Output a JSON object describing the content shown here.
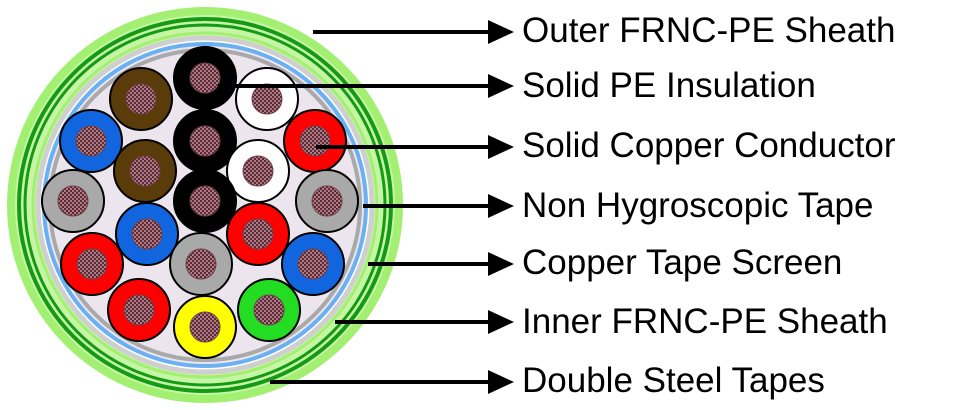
{
  "colors": {
    "sheath_outer": "#a3ef72",
    "sheath_inner": "#c6f5a5",
    "steel_tape": "#159a15",
    "screen_copper": "#cfcfcf",
    "tape_blue": "#6ab0f2",
    "filler": "#ece5ee",
    "conductor": "#ad7a85",
    "outline": "#000000",
    "arrow": "#000000"
  },
  "cores": [
    {
      "color": "#000000"
    },
    {
      "color": "#5a3b0a"
    },
    {
      "color": "#ffffff"
    },
    {
      "color": "#1166e0"
    },
    {
      "color": "#000000"
    },
    {
      "color": "#ff0000"
    },
    {
      "color": "#5a3b0a"
    },
    {
      "color": "#ffffff"
    },
    {
      "color": "#a9a9a9"
    },
    {
      "color": "#000000"
    },
    {
      "color": "#a9a9a9"
    },
    {
      "color": "#1166e0"
    },
    {
      "color": "#ff0000"
    },
    {
      "color": "#ff0000"
    },
    {
      "color": "#a9a9a9"
    },
    {
      "color": "#1166e0"
    },
    {
      "color": "#ff0000"
    },
    {
      "color": "#ffff00"
    },
    {
      "color": "#22dd22"
    },
    {
      "color": "#5a3b0a"
    }
  ],
  "labels": [
    {
      "text": "Outer FRNC-PE Sheath"
    },
    {
      "text": "Solid PE Insulation"
    },
    {
      "text": "Solid Copper Conductor"
    },
    {
      "text": "Non Hygroscopic Tape"
    },
    {
      "text": "Copper Tape Screen"
    },
    {
      "text": "Inner FRNC-PE Sheath"
    },
    {
      "text": "Double Steel Tapes"
    }
  ]
}
